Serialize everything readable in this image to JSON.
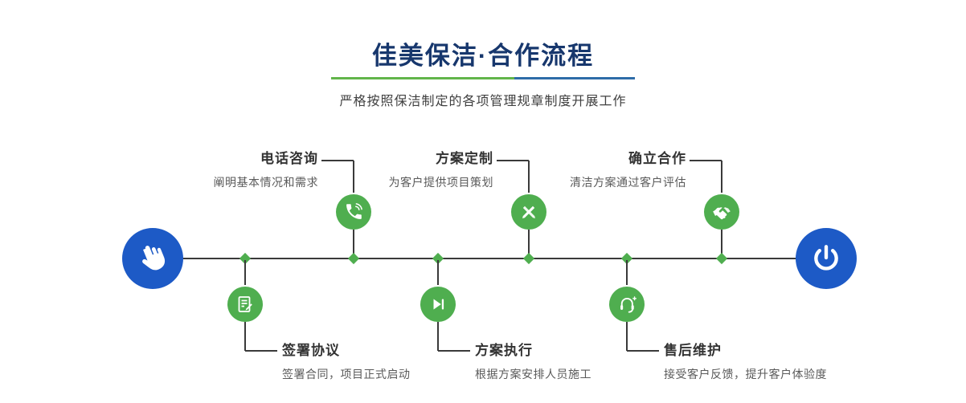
{
  "page": {
    "title": "佳美保洁·合作流程",
    "subtitle": "严格按照保洁制定的各项管理规章制度开展工作"
  },
  "colors": {
    "title_navy": "#17376d",
    "step_green": "#4fae4f",
    "endpoint_blue": "#1d5ac6",
    "divider_green": "#62b54a",
    "divider_blue": "#2e6ca8",
    "line_dark": "#3a3a3a"
  },
  "timeline": {
    "start_icon": "hand-pointer-icon",
    "end_icon": "power-icon"
  },
  "steps": [
    {
      "title": "电话咨询",
      "desc": "阐明基本情况和需求",
      "icon": "phone-icon",
      "position": "top"
    },
    {
      "title": "方案定制",
      "desc": "为客户提供项目策划",
      "icon": "design-pencil-icon",
      "position": "top"
    },
    {
      "title": "确立合作",
      "desc": "清洁方案通过客户评估",
      "icon": "handshake-icon",
      "position": "top"
    },
    {
      "title": "签署协议",
      "desc": "签署合同，项目正式启动",
      "icon": "contract-icon",
      "position": "bottom"
    },
    {
      "title": "方案执行",
      "desc": "根据方案安排人员施工",
      "icon": "play-icon",
      "position": "bottom"
    },
    {
      "title": "售后维护",
      "desc": "接受客户反馈，提升客户体验度",
      "icon": "headset-icon",
      "position": "bottom"
    }
  ]
}
